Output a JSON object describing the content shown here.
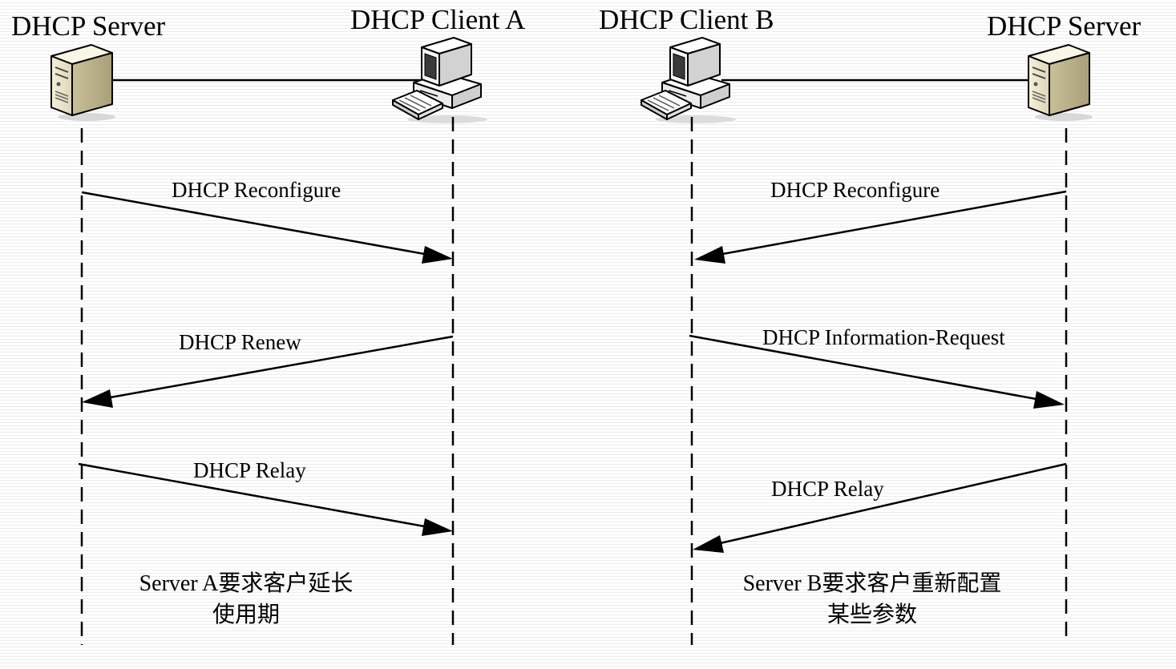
{
  "participants": {
    "server_a": {
      "title": "DHCP Server",
      "icon": "server-icon"
    },
    "client_a": {
      "title": "DHCP Client A",
      "icon": "desktop-computer-icon"
    },
    "client_b": {
      "title": "DHCP Client B",
      "icon": "desktop-computer-icon"
    },
    "server_b": {
      "title": "DHCP Server",
      "icon": "server-icon"
    }
  },
  "messages_left": [
    {
      "label": "DHCP Reconfigure",
      "from": "server_a",
      "to": "client_a"
    },
    {
      "label": "DHCP Renew",
      "from": "client_a",
      "to": "server_a"
    },
    {
      "label": "DHCP Relay",
      "from": "server_a",
      "to": "client_a"
    }
  ],
  "messages_right": [
    {
      "label": "DHCP Reconfigure",
      "from": "server_b",
      "to": "client_b"
    },
    {
      "label": "DHCP Information-Request",
      "from": "client_b",
      "to": "server_b"
    },
    {
      "label": "DHCP Relay",
      "from": "server_b",
      "to": "client_b"
    }
  ],
  "notes": {
    "left": {
      "line1": "Server A要求客户延长",
      "line2": "使用期"
    },
    "right": {
      "line1": "Server B要求客户重新配置",
      "line2": "某些参数"
    }
  },
  "colors": {
    "line": "#000000",
    "background": "#ffffff",
    "background_stripe": "#ececec",
    "server_body": "#f2ecd2",
    "computer_body": "#ffffff"
  }
}
